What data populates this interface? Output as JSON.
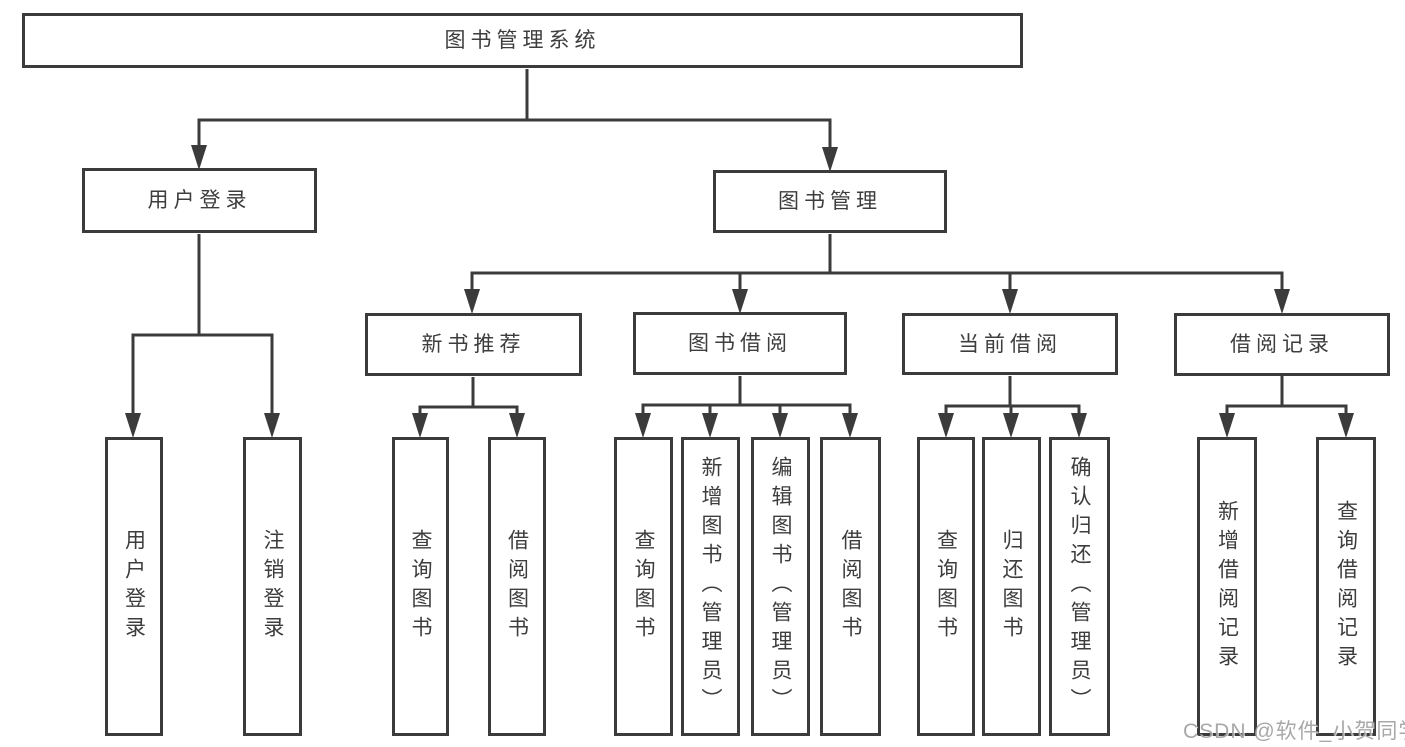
{
  "diagram": {
    "title": "图书管理系统",
    "watermark": "CSDN @软件_小贺同学",
    "colors": {
      "line": "#3b3b3b",
      "box_background": "#ffffff",
      "text": "#3d3d3d",
      "watermark": "#9e9e9e",
      "page_background": "#ffffff"
    },
    "nodes": {
      "root": {
        "label": "图书管理系统"
      },
      "level2": [
        {
          "label": "用户登录",
          "parent": "图书管理系统"
        },
        {
          "label": "图书管理",
          "parent": "图书管理系统"
        }
      ],
      "level3": [
        {
          "label": "新书推荐",
          "parent": "图书管理"
        },
        {
          "label": "图书借阅",
          "parent": "图书管理"
        },
        {
          "label": "当前借阅",
          "parent": "图书管理"
        },
        {
          "label": "借阅记录",
          "parent": "图书管理"
        }
      ],
      "leaves": [
        {
          "label": "用户登录",
          "parent": "用户登录"
        },
        {
          "label": "注销登录",
          "parent": "用户登录"
        },
        {
          "label": "查询图书",
          "parent": "新书推荐"
        },
        {
          "label": "借阅图书",
          "parent": "新书推荐"
        },
        {
          "label": "查询图书",
          "parent": "图书借阅"
        },
        {
          "label": "新增图书（管理员）",
          "parent": "图书借阅"
        },
        {
          "label": "编辑图书（管理员）",
          "parent": "图书借阅"
        },
        {
          "label": "借阅图书",
          "parent": "图书借阅"
        },
        {
          "label": "查询图书",
          "parent": "当前借阅"
        },
        {
          "label": "归还图书",
          "parent": "当前借阅"
        },
        {
          "label": "确认归还（管理员）",
          "parent": "当前借阅"
        },
        {
          "label": "新增借阅记录",
          "parent": "借阅记录"
        },
        {
          "label": "查询借阅记录",
          "parent": "借阅记录"
        }
      ]
    }
  }
}
